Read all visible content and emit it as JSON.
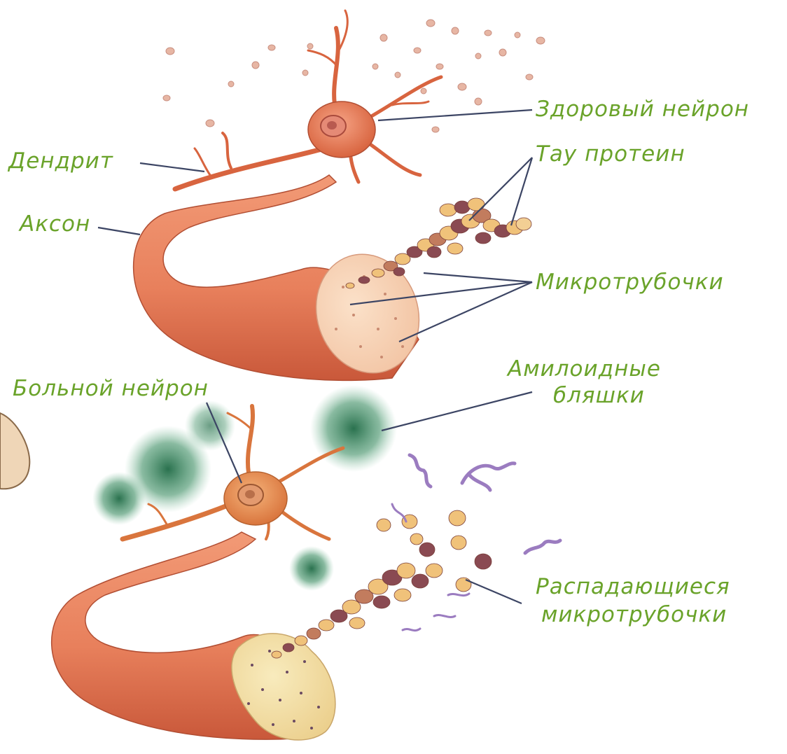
{
  "labels": {
    "healthy_neuron": "Здоровый нейрон",
    "dendrite": "Дендрит",
    "tau_protein": "Тау протеин",
    "axon": "Аксон",
    "microtubules": "Микротрубочки",
    "sick_neuron": "Больной нейрон",
    "amyloid_plaques_line1": "Амилоидные",
    "amyloid_plaques_line2": "бляшки",
    "disintegrating_line1": "Распадающиеся",
    "disintegrating_line2": "микротрубочки"
  },
  "colors": {
    "label_text": "#6aa32a",
    "leader_lines": "#3c4564",
    "neuron_body": "#e8805c",
    "neuron_shadow": "#c9583a",
    "axon_cut_face": "#f7d2b4",
    "diseased_cut_face": "#f3e0a6",
    "tau_bead_light": "#f0c27a",
    "tau_bead_dark": "#8a4a52",
    "plaque_green": "#2e7d55",
    "tangle_purple": "#9b7cc0"
  }
}
